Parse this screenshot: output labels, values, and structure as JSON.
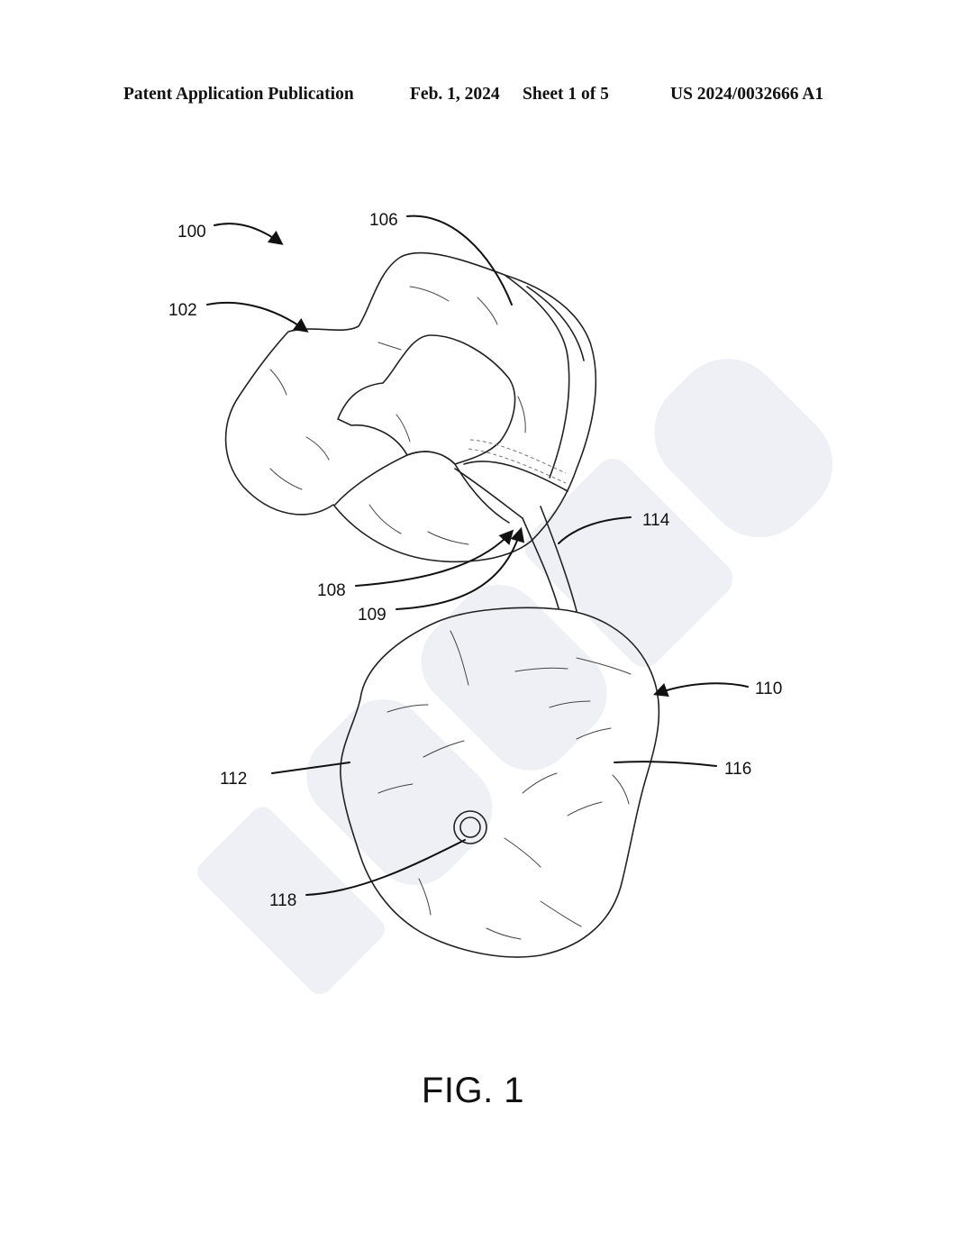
{
  "header": {
    "publication": "Patent Application Publication",
    "date": "Feb. 1, 2024",
    "sheet": "Sheet 1 of 5",
    "number": "US 2024/0032666 A1"
  },
  "figure": {
    "label": "FIG. 1",
    "references": {
      "r100": "100",
      "r102": "102",
      "r106": "106",
      "r108": "108",
      "r109": "109",
      "r110": "110",
      "r112": "112",
      "r114": "114",
      "r116": "116",
      "r118": "118"
    }
  },
  "colors": {
    "ink": "#111111",
    "watermark": "#eef0f6"
  }
}
